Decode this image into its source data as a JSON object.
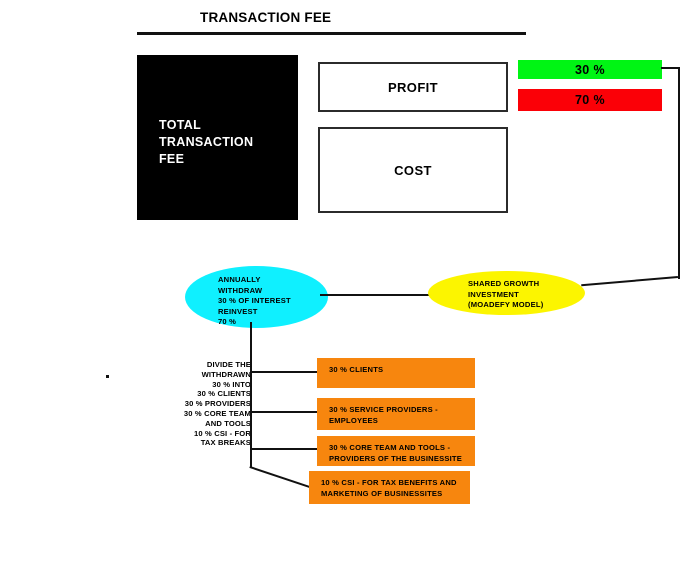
{
  "diagram": {
    "title": "TRANSACTION FEE",
    "total_fee_box": {
      "label": "TOTAL\nTRANSACTION\nFEE",
      "fill_color": "#000000",
      "text_color": "#FFFFFF"
    },
    "profit_box": {
      "label": "PROFIT",
      "fill_color": "#FFFFFF",
      "border_color": "#2B2B2B"
    },
    "cost_box": {
      "label": "COST",
      "fill_color": "#FFFFFF",
      "border_color": "#2B2B2B"
    },
    "profit_share_chip": {
      "label": "30 %",
      "fill_color": "#00F514"
    },
    "cost_share_chip": {
      "label": "70 %",
      "fill_color": "#FB0007"
    },
    "annual_ellipse": {
      "label": "ANNUALLY\nWITHDRAW\n30 % OF INTEREST\nREINVEST\n70 %",
      "fill_color": "#0FF0FF"
    },
    "shared_growth_ellipse": {
      "label": "SHARED GROWTH\nINVESTMENT\n(MOADEFY MODEL)",
      "fill_color": "#FCF500"
    },
    "split_legend": {
      "label": "DIVIDE THE\nWITHDRAWN\n30 % INTO\n30 % CLIENTS\n30 % PROVIDERS\n30 % CORE TEAM\nAND TOOLS\n10 % CSI - FOR\nTAX BREAKS"
    },
    "allocations": [
      {
        "name": "clients",
        "label": "30 % CLIENTS",
        "fill_color": "#F7860E"
      },
      {
        "name": "service-providers",
        "label": "30 % SERVICE PROVIDERS -\nEMPLOYEES",
        "fill_color": "#F7860E"
      },
      {
        "name": "core-team-tools",
        "label": "30 % CORE TEAM AND TOOLS -\nPROVIDERS OF THE BUSINESSITE",
        "fill_color": "#F7860E"
      },
      {
        "name": "csi",
        "label": "10 % CSI - FOR TAX BENEFITS AND\nMARKETING OF BUSINESSITES",
        "fill_color": "#F7860E"
      }
    ],
    "connector_color": "#111111"
  }
}
